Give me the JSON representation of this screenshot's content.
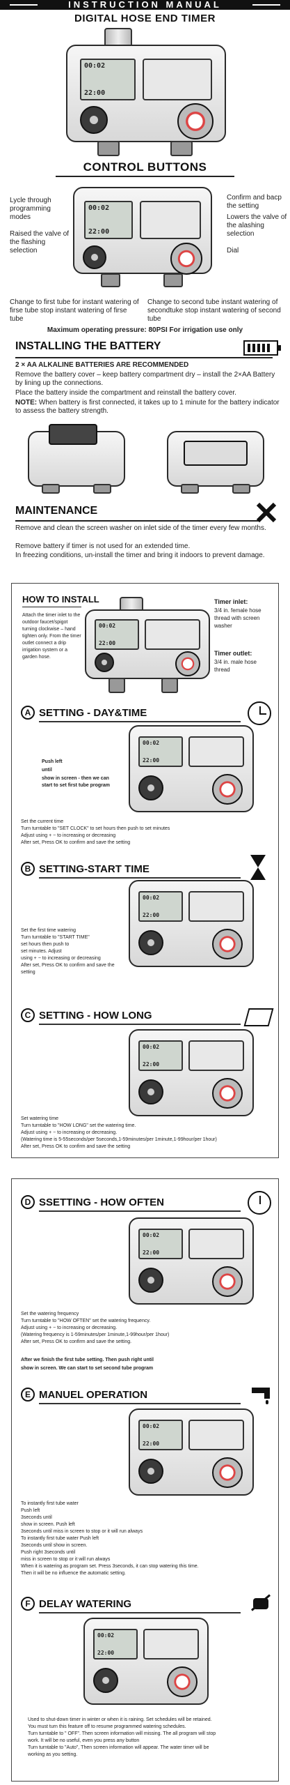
{
  "header": {
    "banner": "INSTRUCTION MANUAL",
    "title": "DIGITAL HOSE END TIMER"
  },
  "screen": {
    "line1": "00:02",
    "line2": "22:00"
  },
  "control_buttons": {
    "title": "CONTROL BUTTONS",
    "left1": "Lycle through programming modes",
    "left2": "Raised the valve of the flashing selection",
    "right1": "Confirm and bacp the setting",
    "right2": "Lowers the valve of the alashing selection",
    "right3": "Dial",
    "bottom_left": "Change to first tube for instant watering of firse tube stop instant watering of firse tube",
    "bottom_right": "Change to second tube instant watering of secondtuke stop instant watering of second tube",
    "pressure": "Maximum operating pressure: 80PSI For irrigation use only"
  },
  "battery": {
    "title": "INSTALLING THE BATTERY",
    "subtitle": "2 × AA ALKALINE BATTERIES ARE RECOMMENDED",
    "p1": "Remove the battery cover – keep battery compartment dry – install the 2×AA Battery by lining up the connections.",
    "p2": "Place the battery inside the compartment and reinstall the battery cover.",
    "note_label": "NOTE:",
    "note": "When battery is first connected, it takes up to 1 minute for the battery indicator to assess the battery strength."
  },
  "maintenance": {
    "title": "MAINTENANCE",
    "p1": "Remove and clean the screen washer on inlet side of the timer every few months.",
    "p2": "Remove battery if timer is not used for an extended time.",
    "p3": "In freezing conditions, un-install the timer and bring it indoors to prevent damage."
  },
  "install": {
    "title": "HOW TO INSTALL",
    "body": "Attach the timer inlet to the outdoor faucet/spigot turning clockwise – hand tighten only. From the timer outlet connect a drip irrigation system or a garden hose.",
    "inlet_label": "Timer inlet:",
    "inlet_text": "3/4 in. female hose thread with screen washer",
    "outlet_label": "Timer outlet:",
    "outlet_text": "3/4 in. male hose thread"
  },
  "sections": {
    "a": {
      "letter": "A",
      "title": "SETTING - DAY&TIME",
      "push1": "Push left",
      "push2": "until",
      "push3": "show in screen - then we can start to set first tube program",
      "lines": [
        "Set the current time",
        "Turn turntable to \"SET CLOCK\" to set hours then push   to set minutes",
        "Adjust using  +  −  to increasing or decreasing",
        "After set, Press  OK  to confirm and save the setting"
      ]
    },
    "b": {
      "letter": "B",
      "title": "SETTING-START TIME",
      "lines": [
        "Set the first time watering",
        "Turn turntable to \"START TIME\"",
        "set hours then push   to",
        "set minutes. Adjust",
        "using  +  −  to increasing or decreasing",
        "After set, Press  OK  to confirm and save the setting"
      ]
    },
    "c": {
      "letter": "C",
      "title": "SETTING - HOW LONG",
      "lines": [
        "Set watering time",
        "Turn turntable to \"HOW LONG\" set the watering time.",
        "Adjust using  +  −  to increasing or decreasing.",
        "(Watering time is 5-55seconds/per 5seconds,1-59minutes/per 1minute,1-99hour/per 1hour)",
        "After set, Press  OK  to confirm and save the setting"
      ]
    },
    "d": {
      "letter": "D",
      "title": "SSETTING - HOW OFTEN",
      "lines": [
        "Set the watering frequency",
        "Turn turntable to \"HOW OFTEN\" set the watering frequency.",
        "Adjust using  +  −  to increasing or decreasing.",
        "(Watering frequency is 1-59minutes/per 1minute,1-99hour/per 1hour)",
        "After set, Press  OK  to confirm and save the setting."
      ],
      "bold1": "After we finish the first tube setting. Then push right     until",
      "bold2": "show in screen. We can start to set second tube program"
    },
    "e": {
      "letter": "E",
      "title": "MANUEL OPERATION",
      "lines": [
        "To instantly first tube water",
        "Push left",
        "3seconds until",
        "show in screen. Push left",
        "3seconds until      miss in screen to stop or it will run always",
        "To instantly first tube water Push left",
        "3seconds until          show in screen.",
        "Push right      3seconds until",
        "miss in screen to stop or it will run always",
        "When it is watering as program set. Press      3seconds, it can stop watering this time.",
        "Then it will be no influence the automatic setting."
      ]
    },
    "f": {
      "letter": "F",
      "title": "DELAY WATERING",
      "lines": [
        "Used to shut-down timer in winter or when it is raining. Set schedules will be retained.",
        "You must turn this feature off to resume programmed watering schedules.",
        "Turn turntable to \" OFF\". Then screen information will missing. The all program will stop",
        "work. It will be no useful, even you press any button",
        "Turn turntable to \"Auto\", Then screen information will appear. The water timer will be",
        "working as you setting."
      ]
    }
  },
  "colors": {
    "ink": "#111111",
    "accent_red": "#cc3333",
    "battery_green": "#3a7d2c"
  }
}
